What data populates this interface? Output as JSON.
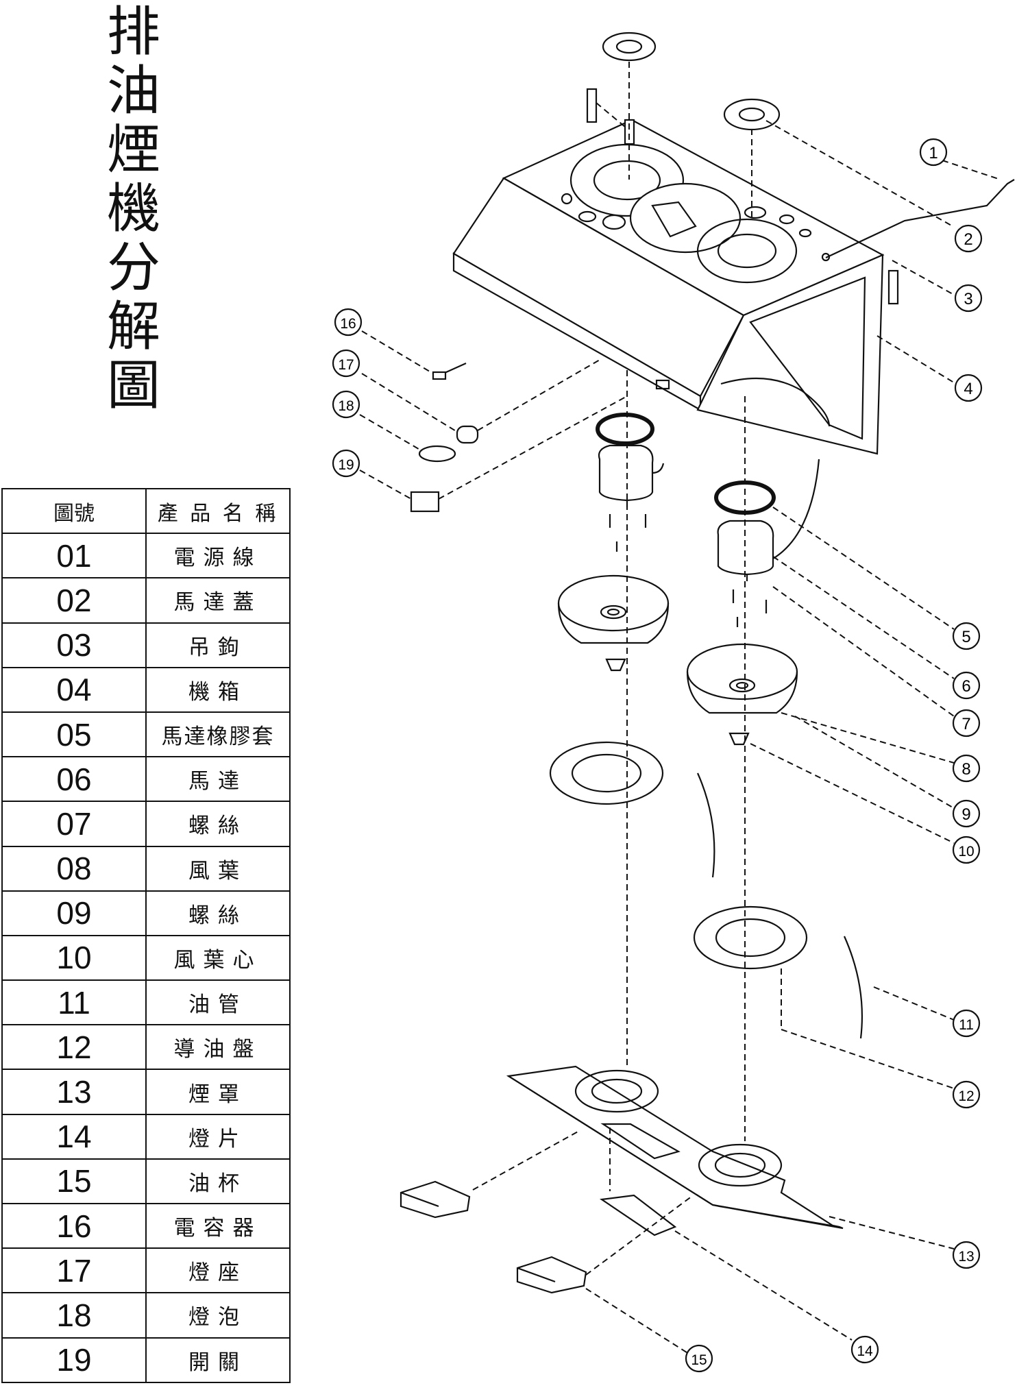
{
  "title_chars": [
    "排",
    "油",
    "煙",
    "機",
    "分",
    "解",
    "圖"
  ],
  "table": {
    "header": {
      "no": "圖號",
      "name": "產 品 名 稱"
    },
    "rows": [
      {
        "no": "01",
        "name": "電源線"
      },
      {
        "no": "02",
        "name": "馬達蓋"
      },
      {
        "no": "03",
        "name": "吊鉤"
      },
      {
        "no": "04",
        "name": "機箱"
      },
      {
        "no": "05",
        "name": "馬達橡膠套"
      },
      {
        "no": "06",
        "name": "馬達"
      },
      {
        "no": "07",
        "name": "螺絲"
      },
      {
        "no": "08",
        "name": "風葉"
      },
      {
        "no": "09",
        "name": "螺絲"
      },
      {
        "no": "10",
        "name": "風葉心"
      },
      {
        "no": "11",
        "name": "油管"
      },
      {
        "no": "12",
        "name": "導油盤"
      },
      {
        "no": "13",
        "name": "煙罩"
      },
      {
        "no": "14",
        "name": "燈片"
      },
      {
        "no": "15",
        "name": "油杯"
      },
      {
        "no": "16",
        "name": "電容器"
      },
      {
        "no": "17",
        "name": "燈座"
      },
      {
        "no": "18",
        "name": "燈泡"
      },
      {
        "no": "19",
        "name": "開關"
      }
    ]
  },
  "callouts": [
    "1",
    "2",
    "3",
    "4",
    "5",
    "6",
    "7",
    "8",
    "9",
    "10",
    "11",
    "12",
    "13",
    "14",
    "15",
    "16",
    "17",
    "18",
    "19"
  ]
}
